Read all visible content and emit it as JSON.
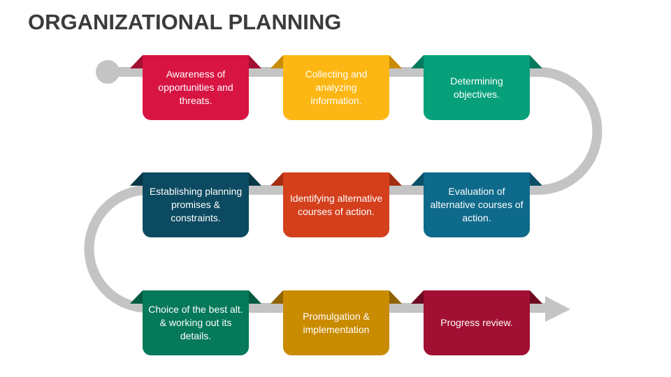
{
  "title": "ORGANIZATIONAL PLANNING",
  "steps": [
    {
      "label": "Awareness of opportunities and threats.",
      "color": "#D81442",
      "flap": "#A30F32"
    },
    {
      "label": "Collecting and analyzing information.",
      "color": "#FDB714",
      "flap": "#C98B00"
    },
    {
      "label": "Determining objectives.",
      "color": "#07A07A",
      "flap": "#067A5D"
    },
    {
      "label": "Evaluation of alternative courses of action.",
      "color": "#0E6A8A",
      "flap": "#0A4F67"
    },
    {
      "label": "Identifying alternative courses of action.",
      "color": "#D43F1C",
      "flap": "#A32E12"
    },
    {
      "label": "Establishing planning promises & constraints.",
      "color": "#0B4A60",
      "flap": "#083746"
    },
    {
      "label": "Choice of the best alt. & working out its details.",
      "color": "#05795A",
      "flap": "#045A43"
    },
    {
      "label": "Promulgation & implementation",
      "color": "#C98B00",
      "flap": "#8F6300"
    },
    {
      "label": "Progress review.",
      "color": "#A10F32",
      "flap": "#6E0A22"
    }
  ],
  "path_color": "#C4C4C4"
}
